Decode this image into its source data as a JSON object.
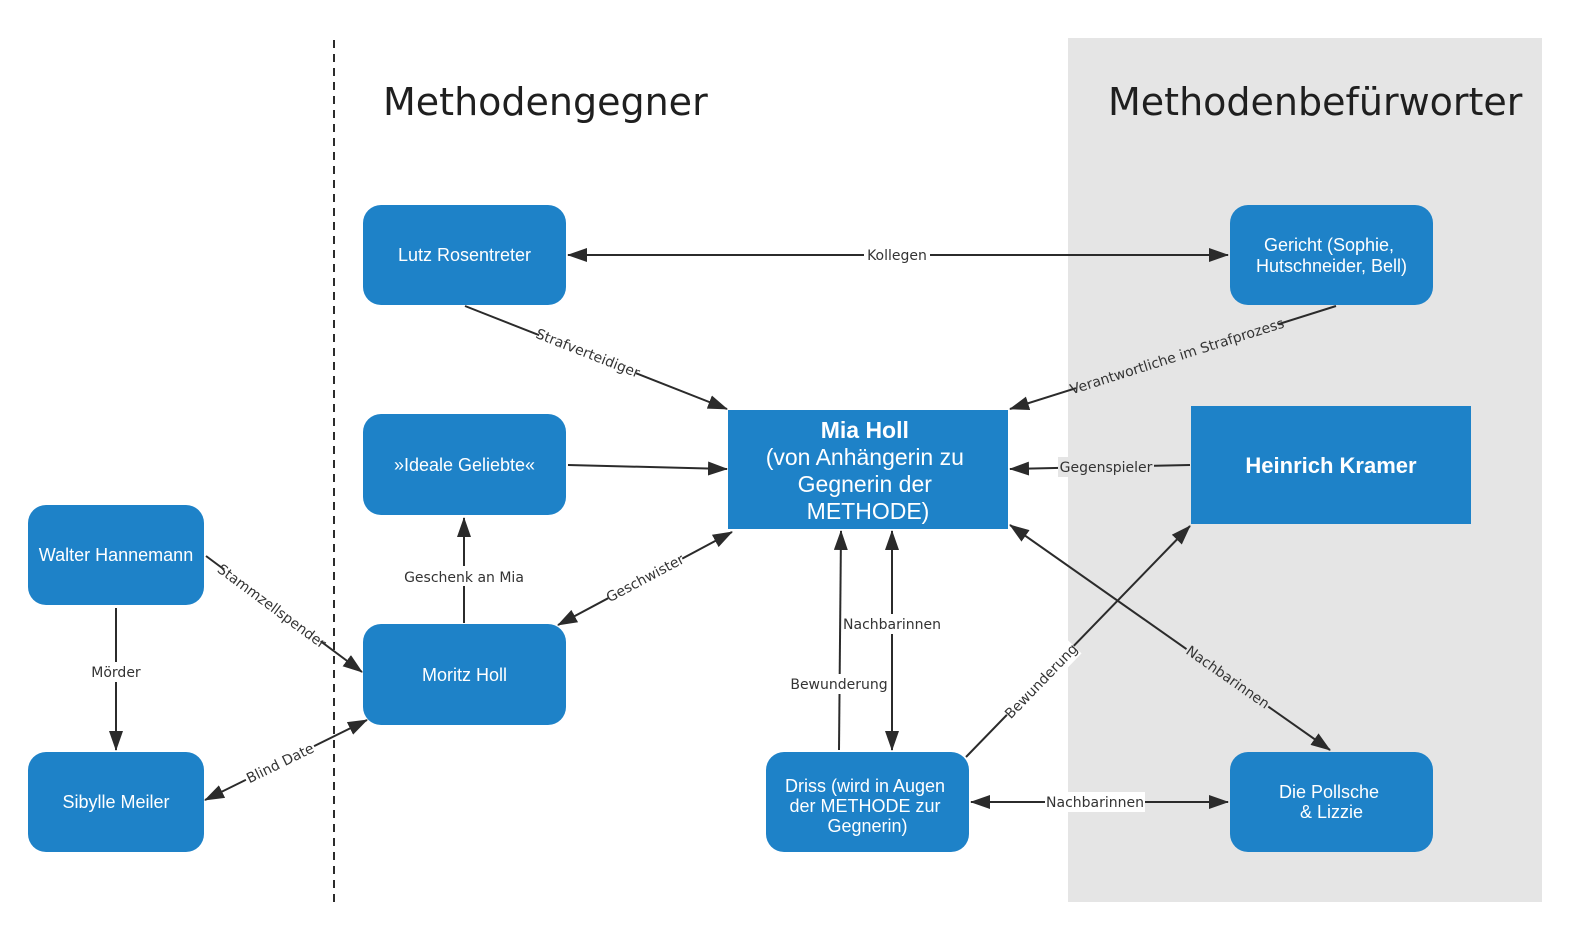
{
  "colors": {
    "node_fill": "#1e82c8",
    "panel_fill": "#e5e5e5",
    "edge": "#2b2b2b",
    "background": "#ffffff"
  },
  "headings": {
    "opponents": "Methodengegner",
    "supporters": "Methodenbefürworter"
  },
  "nodes": {
    "lutz": [
      "Lutz Rosentreter"
    ],
    "gericht": [
      "Gericht (Sophie,",
      "Hutschneider, Bell)"
    ],
    "geliebte": [
      "»Ideale Geliebte«"
    ],
    "mia_title": "Mia Holl",
    "mia": [
      "(von Anhängerin zu",
      "Gegnerin der",
      "METHODE)"
    ],
    "kramer": [
      "Heinrich Kramer"
    ],
    "walter": [
      "Walter Hannemann"
    ],
    "moritz": [
      "Moritz Holl"
    ],
    "sibylle": [
      "Sibylle Meiler"
    ],
    "driss": [
      "Driss (wird in Augen",
      "der METHODE zur",
      "Gegnerin)"
    ],
    "pollsche": [
      "Die Pollsche",
      "& Lizzie"
    ]
  },
  "edges": {
    "kollegen": "Kollegen",
    "strafverteidiger": "Strafverteidiger",
    "strafprozess": "Verantwortliche im Strafprozess",
    "gegenspieler": "Gegenspieler",
    "geschenk": "Geschenk an Mia",
    "geschwister": "Geschwister",
    "stammzell": "Stammzellspender",
    "moerder": "Mörder",
    "blind_date": "Blind Date",
    "nachbarinnen_mia_driss": "Nachbarinnen",
    "bewunderung_driss_mia": "Bewunderung",
    "bewunderung_driss_kramer": "Bewunderung",
    "nachbarinnen_mia_pollsche": "Nachbarinnen",
    "nachbarinnen_driss_pollsche": "Nachbarinnen"
  }
}
